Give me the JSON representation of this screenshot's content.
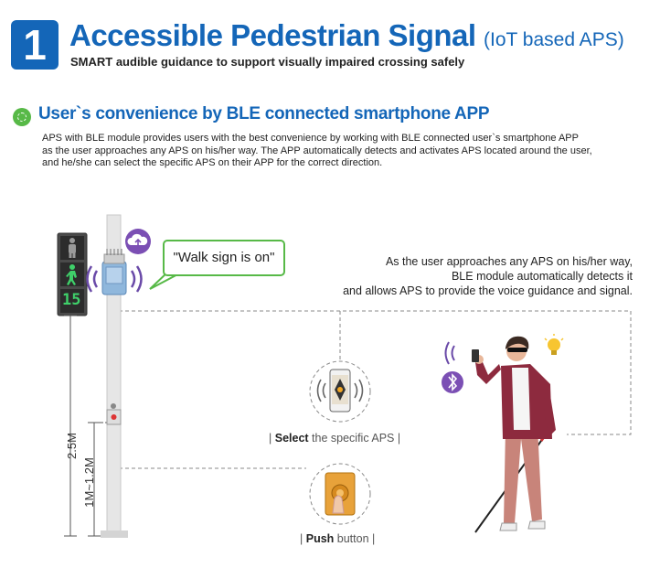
{
  "header": {
    "number": "1",
    "title": "Accessible Pedestrian Signal",
    "title_suffix": "(IoT based APS)",
    "subtitle": "SMART audible guidance to support visually impaired crossing safely"
  },
  "section": {
    "heading": "User`s convenience by BLE connected smartphone APP",
    "desc_lines": [
      "APS with BLE module provides users with the best convenience by working with BLE connected user`s smartphone APP",
      "as the user approaches any APS on his/her way. The APP automatically detects and activates APS located around the user,",
      "and he/she can select the specific APS on their APP for the correct direction."
    ]
  },
  "illustration": {
    "speech_bubble": "\"Walk sign is on\"",
    "countdown": "15",
    "approach_lines": [
      "As the user approaches any APS on his/her way,",
      "BLE module automatically detects it",
      "and allows APS to provide the voice guidance and signal."
    ],
    "select_caption": {
      "bar_left": "|",
      "bold": "Select",
      "rest": " the specific APS",
      "bar_right": "|"
    },
    "push_caption": {
      "bar_left": "|",
      "bold": "Push",
      "rest": " button",
      "bar_right": "|"
    },
    "dim_pole_height": "2.5M",
    "dim_button_height": "1M~1.2M"
  },
  "colors": {
    "brand_blue": "#1466b8",
    "accent_green": "#57b947",
    "wifi_purple": "#6a4aa8",
    "signal_green": "#3fd06a"
  }
}
